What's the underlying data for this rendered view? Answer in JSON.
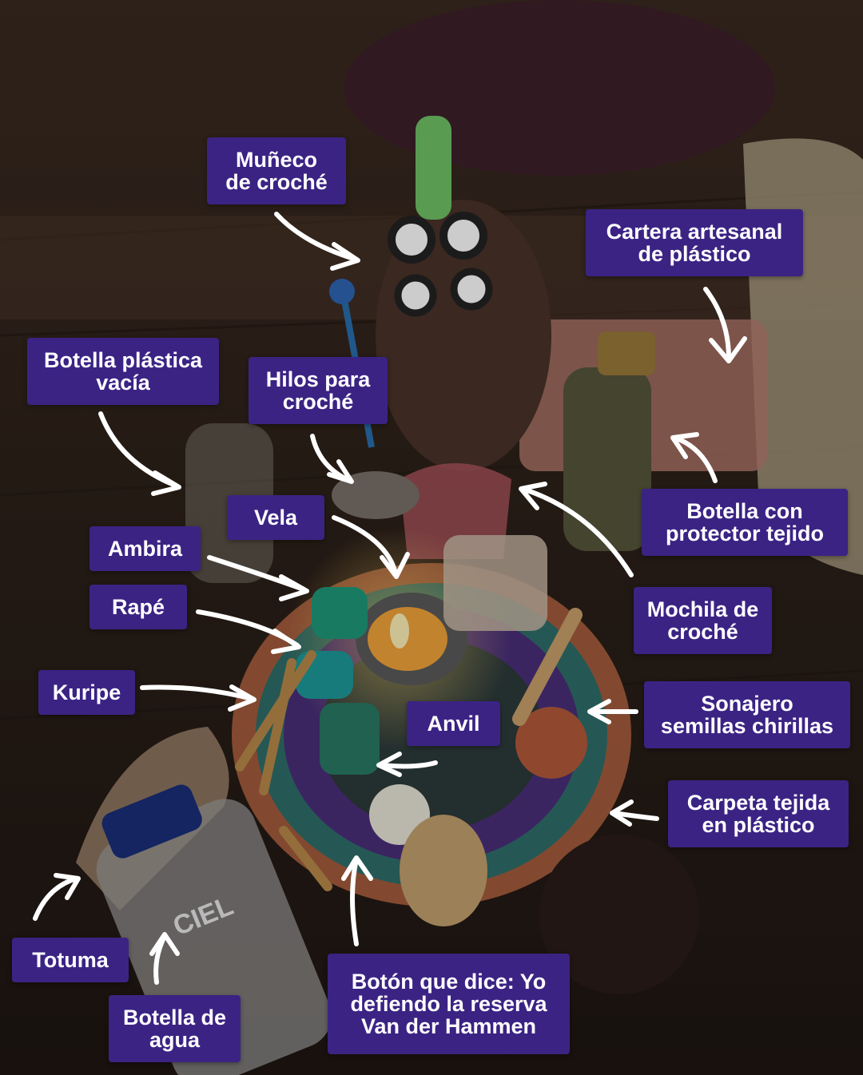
{
  "theme": {
    "label_bg": "#3b2384",
    "label_text": "#ffffff",
    "arrow_color": "#ffffff"
  },
  "labels": {
    "muneco": "Muñeco\nde croché",
    "cartera": "Cartera artesanal\nde plástico",
    "botella_plastica": "Botella plástica\nvacía",
    "hilos": "Hilos para\ncroché",
    "vela": "Vela",
    "ambira": "Ambira",
    "rape": "Rapé",
    "kuripe": "Kuripe",
    "anvil": "Anvil",
    "botella_protector": "Botella con\nprotector tejido",
    "mochila": "Mochila de\ncroché",
    "sonajero": "Sonajero\nsemillas chirillas",
    "carpeta": "Carpeta tejida\nen plástico",
    "totuma": "Totuma",
    "botella_agua": "Botella de\nagua",
    "boton": "Botón que dice: Yo\ndefiendo la reserva\nVan der Hammen"
  },
  "scene_text": {
    "water_bottle_brand": "CIEL"
  }
}
